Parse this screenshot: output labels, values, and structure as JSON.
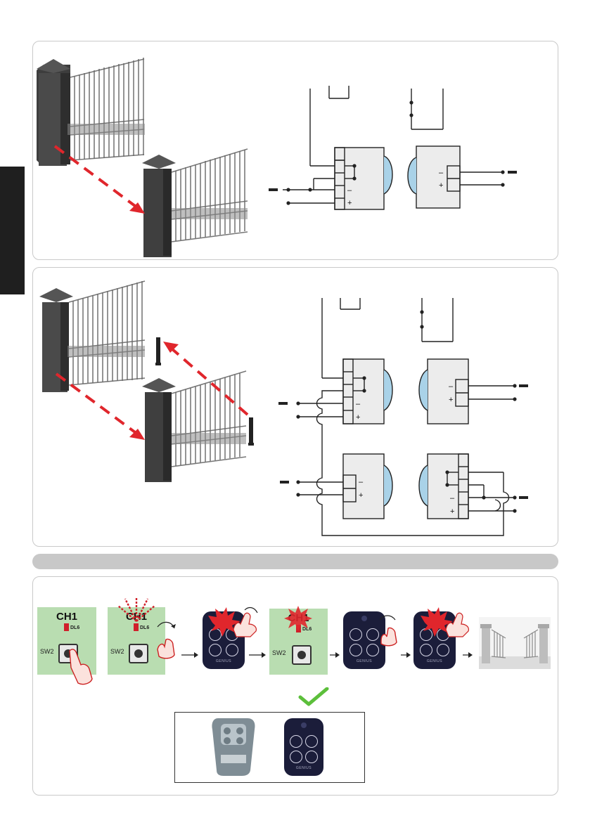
{
  "terminals": {
    "minus": "–",
    "plus": "+",
    "negative_bar": "▬"
  },
  "learning": {
    "channel_label": "CH1",
    "led_label": "DL6",
    "button_label": "SW2",
    "remote_brand": "GENIUS"
  },
  "colors": {
    "panel_border": "#c9c9c9",
    "section_bar": "#c8c8c8",
    "sidebar_tab": "#1f1f1f",
    "green_card": "#b9ddb1",
    "led_red": "#d0202a",
    "beam_red": "#e0262c",
    "remote_navy": "#1b1d3a",
    "check_green": "#5cbf3b"
  }
}
